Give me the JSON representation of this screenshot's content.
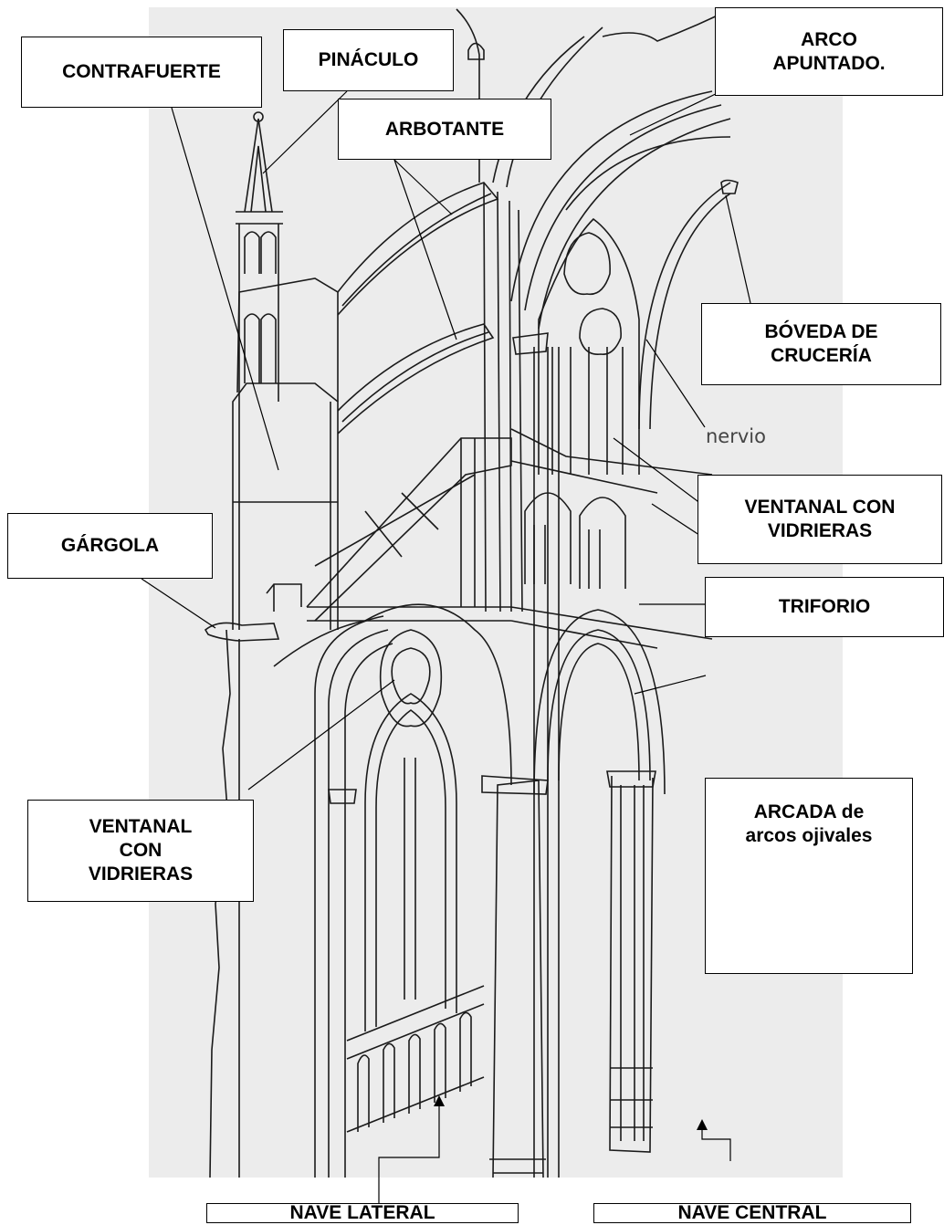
{
  "labels": {
    "contrafuerte": "CONTRAFUERTE",
    "pinaculo": "PINÁCULO",
    "arbotante": "ARBOTANTE",
    "arco_apuntado": "ARCO\nAPUNTADO.",
    "boveda": "BÓVEDA DE\nCRUCERÍA",
    "nervio": "nervio",
    "ventanal_superior": "VENTANAL  CON\nVIDRIERAS",
    "triforio": "TRIFORIO",
    "gargola": "GÁRGOLA",
    "ventanal_inferior": "VENTANAL\nCON\nVIDRIERAS",
    "arcada": "ARCADA de\narcos ojivales",
    "nave_lateral": "NAVE LATERAL",
    "nave_central": "NAVE CENTRAL"
  },
  "colors": {
    "paper": "#ececec",
    "ink": "#1a1a1a",
    "label_border": "#000000",
    "label_fill": "#ffffff"
  }
}
